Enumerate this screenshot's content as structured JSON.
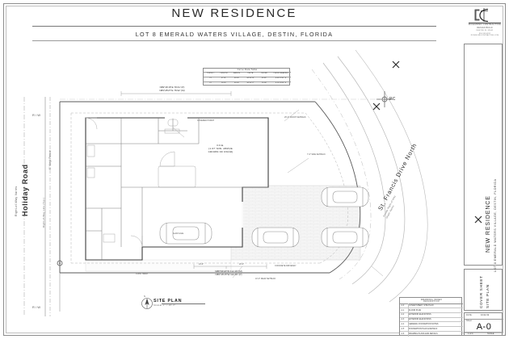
{
  "header": {
    "title": "NEW RESIDENCE",
    "subtitle": "LOT 8 EMERALD WATERS VILLAGE, DESTIN, FLORIDA"
  },
  "logo": {
    "mark": "RC-monogram",
    "line1": "RICHMOND CONTRACTING",
    "line2": "DESIGN BUILD",
    "line3": "DESTIN, FL  32541",
    "line4": "850.269.0332   RICHMONDCONTRACTING.COM"
  },
  "title_block": {
    "project_name": "NEW RESIDENCE",
    "project_sub": "LOT 8 EMERALD WATERS VILLAGE, DESTIN, FLORIDA",
    "sheet_name_line1": "COVER SHEET",
    "sheet_name_line2": "SITE PLAN",
    "date_label": "DATE:",
    "date_value": "10.02.19",
    "sheet_label": "Sheet",
    "sheet_number": "A-0",
    "sheet_of": "1  of  4",
    "scale_label": "SCALE"
  },
  "drawing_index": {
    "title": "DRAWING INDEX",
    "col_no": "SHEET",
    "col_name": "DESCRIPTION",
    "rows": [
      {
        "no": "A-0",
        "name": "COVER SHEET, SITE PLAN"
      },
      {
        "no": "A-1",
        "name": "FLOOR PLAN"
      },
      {
        "no": "A-2",
        "name": "EXTERIOR ELEVATIONS"
      },
      {
        "no": "A-3",
        "name": "EXTERIOR ELEVATIONS"
      },
      {
        "no": "A-4",
        "name": "GENERAL FOUNDATION NOTES"
      },
      {
        "no": "A-5",
        "name": "FOUNDATION PLAN & DETAILS"
      },
      {
        "no": "A-6",
        "name": "FRAMING PLANS AND DETAILS"
      }
    ]
  },
  "curve_table": {
    "title": "Curve Data Table",
    "headers": [
      "CURVE #",
      "LENGTH",
      "RADIUS",
      "DELTA",
      "CHORD",
      "CHORD BEARING"
    ],
    "rows": [
      [
        "C1",
        "47.01'",
        "60.00'",
        "44°53'19\"",
        "45.82'",
        "S 65°22'41\" E"
      ],
      [
        "C2",
        "36.55'",
        "60.00'",
        "34°54'17\"",
        "35.98'",
        "S 25°28'54\" E"
      ]
    ]
  },
  "site": {
    "street_left": "Holiday Road",
    "street_left_sub": "Right-of-Way Varies",
    "street_right": "St. Francis Drive North",
    "street_right_sub": "Private Right-of-Way\nWidth Varies",
    "fence_label": "6' Vinyl Fence",
    "row_label": "Right-of-Way Line (Typ.)",
    "rw_top": "R / W",
    "rw_bottom": "R / W",
    "pc_marker": "PC",
    "ffe_note": "F.F.E.\n(1.07' MIN. ABOVE\nCROWN OF ROAD)",
    "dim_top": "N89°46'15\"E    78.61' (P)\nN89°28'27\"E    78.92' (M)",
    "dim_bot": "N88°03'24\"W    112.28' (M)\nN89°46'15\"W    112.46' (P)",
    "garage_label": "GARAGE",
    "plan_label": "SITE PLAN",
    "plan_scale": "SCALE: 1\" = 20'-0\"",
    "north_label": "N",
    "setback_front": "25'-0\" FRONT SETBACK",
    "setback_side": "7'-6\" SIDE SETBACK",
    "setback_rear": "10'-0\" REAR SETBACK",
    "dim_a": "24'-0\"",
    "dim_b": "20'-0\"",
    "dim_c": "12'-0\"",
    "driveway_note": "CONCRETE DRIVEWAY",
    "walk_note": "CONC. WALK",
    "porch_note": "COVERED PORCH",
    "lot_note": "LOT 8"
  },
  "colors": {
    "line_dark": "#4a4a4a",
    "line_mid": "#8d8d8d",
    "line_light": "#c2c2c2",
    "paving": "#f2f2f2",
    "text": "#2a2a2a"
  }
}
